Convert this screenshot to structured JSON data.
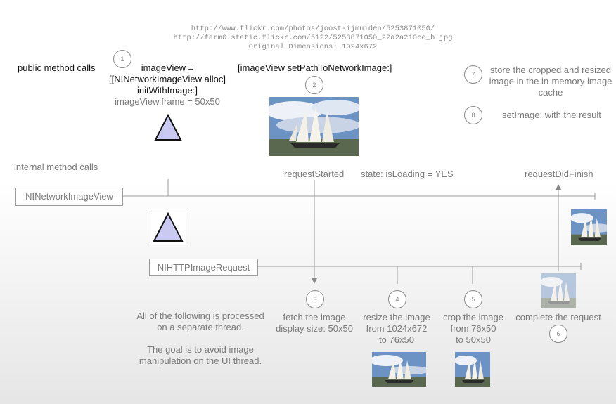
{
  "source_lines": [
    "http://www.flickr.com/photos/joost-ijmuiden/5253871050/",
    "http://farm6.static.flickr.com/5122/5253871050_22a2a210cc_b.jpg",
    "Original Dimensions: 1024x672"
  ],
  "sections": {
    "public": "public method calls",
    "internal": "internal method calls"
  },
  "public_calls": {
    "init_lines": [
      "imageView =",
      "[[NINetworkImageView alloc]",
      "initWithImage:]"
    ],
    "frame": "imageView.frame = 50x50",
    "set_path": "[imageView setPathToNetworkImage:]",
    "store_lines": [
      "store the cropped and resized",
      "image in the in-memory image",
      "cache"
    ],
    "set_image": "setImage: with the result"
  },
  "objects": {
    "network_view": "NINetworkImageView",
    "http_request": "NIHTTPImageRequest"
  },
  "events": {
    "request_started": "requestStarted",
    "state": "state: isLoading = YES",
    "request_finish": "requestDidFinish"
  },
  "steps": {
    "s1": "1",
    "s2": "2",
    "s3": "3",
    "s4": "4",
    "s5": "5",
    "s6": "6",
    "s7": "7",
    "s8": "8"
  },
  "step_text": {
    "fetch": [
      "fetch the image",
      "display size: 50x50"
    ],
    "resize": [
      "resize the image",
      "from 1024x672",
      "to 76x50"
    ],
    "crop": [
      "crop the image",
      "from 76x50",
      "to 50x50"
    ],
    "complete": "complete the request"
  },
  "notes": {
    "thread": [
      "All of the following is processed",
      "on a separate thread."
    ],
    "goal": [
      "The goal is to avoid image",
      "manipulation on the UI thread."
    ]
  },
  "icons": [
    "placeholder-triangle-icon",
    "ship-photo"
  ],
  "colors": {
    "triangle_fill": "#c9c9f1",
    "line": "#9a9a9a"
  }
}
